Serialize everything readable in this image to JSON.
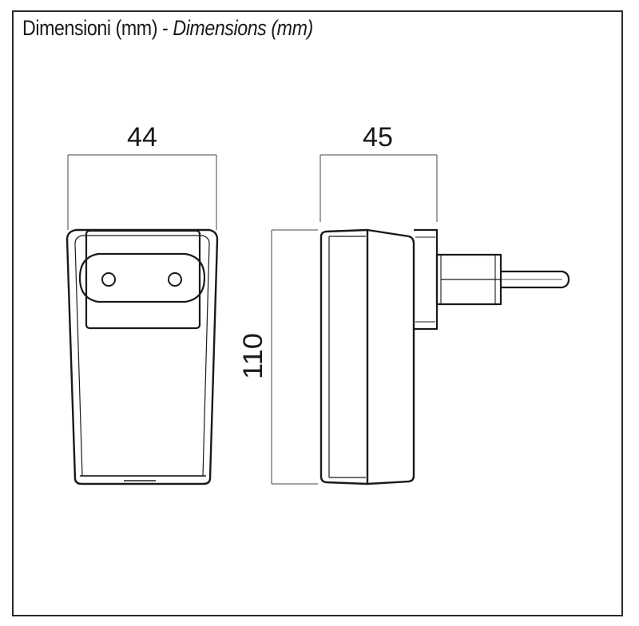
{
  "title": {
    "italian": "Dimensioni (mm) - ",
    "english": "Dimensions (mm)"
  },
  "dimensions": {
    "width_front": "44",
    "depth_side": "45",
    "height": "110"
  }
}
